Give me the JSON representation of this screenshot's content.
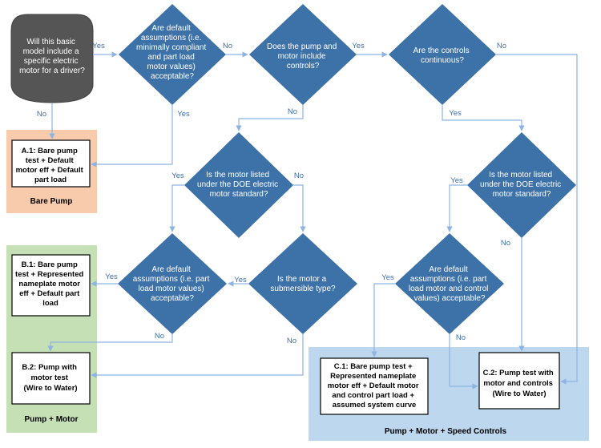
{
  "colors": {
    "diamond": "#3d72a8",
    "start": "#555555",
    "bare_pump_panel": "#f8cbad",
    "pump_motor_panel": "#c5e0b4",
    "speed_controls_panel": "#bdd7ee",
    "connector": "#8db4e2"
  },
  "start": {
    "lines": [
      "Will this basic",
      "model include a",
      "specific electric",
      "motor for a driver?"
    ]
  },
  "decisions": {
    "d1": {
      "lines": [
        "Are default",
        "assumptions (i.e.",
        "minimally compliant",
        "and part load",
        "motor values)",
        "acceptable?"
      ]
    },
    "d2": {
      "lines": [
        "Does the pump and",
        "motor include",
        "controls?"
      ]
    },
    "d3": {
      "lines": [
        "Are the controls",
        "continuous?"
      ]
    },
    "d4": {
      "lines": [
        "Is the motor listed",
        "under the DOE electric",
        "motor standard?"
      ]
    },
    "d5": {
      "lines": [
        "Is the motor listed",
        "under the DOE electric",
        "motor standard?"
      ]
    },
    "d6": {
      "lines": [
        "Are default",
        "assumptions (i.e. part",
        "load motor values)",
        "acceptable?"
      ]
    },
    "d7": {
      "lines": [
        "Is the motor a",
        "submersible type?"
      ]
    },
    "d8": {
      "lines": [
        "Are default",
        "assumptions (i.e. part",
        "load motor and control",
        "values) acceptable?"
      ]
    }
  },
  "boxes": {
    "a1": {
      "lines": [
        "A.1: Bare pump",
        "test + Default",
        "motor eff + Default",
        "part load"
      ]
    },
    "b1": {
      "lines": [
        "B.1: Bare pump",
        "test + Represented",
        "nameplate motor",
        "eff + Default part",
        "load"
      ]
    },
    "b2": {
      "lines": [
        "B.2: Pump with",
        "motor test",
        "(Wire to Water)"
      ]
    },
    "c1": {
      "lines": [
        "C.1: Bare pump test +",
        "Represented nameplate",
        "motor eff + Default motor",
        "and control part load +",
        "assumed system curve"
      ]
    },
    "c2": {
      "lines": [
        "C.2: Pump test with",
        "motor and controls",
        "(Wire to Water)"
      ]
    }
  },
  "panels": {
    "bare_pump": "Bare Pump",
    "pump_motor": "Pump + Motor",
    "speed_controls": "Pump + Motor + Speed Controls"
  },
  "labels": {
    "yes": "Yes",
    "no": "No"
  }
}
